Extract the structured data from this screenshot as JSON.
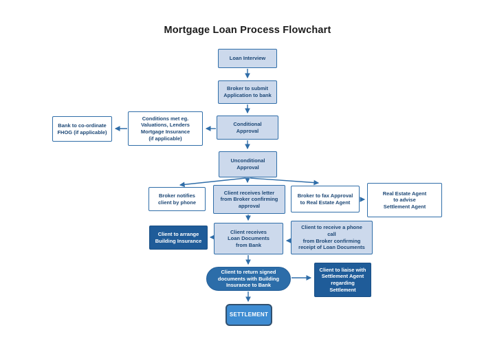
{
  "title": "Mortgage Loan Process Flowchart",
  "colors": {
    "box_border": "#2f6da8",
    "light_fill": "#ccd9ec",
    "white_fill": "#ffffff",
    "dark_fill": "#1f5c99",
    "rounded_fill": "#2c6da9",
    "settlement_fill": "#3e8cd2",
    "settlement_border": "#31506e",
    "text_navy": "#1c4775",
    "text_white": "#ffffff",
    "connector": "#2f6da8"
  },
  "nodes": {
    "loan_interview": {
      "label": "Loan Interview"
    },
    "broker_submit": {
      "label": "Broker to submit\nApplication to bank"
    },
    "conditional": {
      "label": "Conditional\nApproval"
    },
    "unconditional": {
      "label": "Unconditional\nApproval"
    },
    "bank_fhog": {
      "label": "Bank to co-ordinate\nFHOG (if applicable)"
    },
    "conditions_met": {
      "label": "Conditions met eg.\nValuations, Lenders\nMortgage Insurance\n(if applicable)"
    },
    "broker_notifies": {
      "label": "Broker notifies\nclient by phone"
    },
    "client_letter": {
      "label": "Client receives letter\nfrom Broker confirming\napproval"
    },
    "broker_fax": {
      "label": "Broker to fax Approval\nto Real Estate Agent"
    },
    "rea_advise": {
      "label": "Real Estate Agent\nto advise\nSettlement Agent"
    },
    "arrange_insurance": {
      "label": "Client to arrange\nBuilding Insurance"
    },
    "loan_documents": {
      "label": "Client receives\nLoan Documents\nfrom Bank"
    },
    "phone_call": {
      "label": "Client to receive a phone\ncall\nfrom Broker confirming\nreceipt of Loan Documents"
    },
    "return_signed": {
      "label": "Client to return signed\ndocuments with Building\nInsurance to Bank"
    },
    "liaise": {
      "label": "Client to liaise with\nSettlement Agent\nregarding\nSettlement"
    },
    "settlement": {
      "label": "SETTLEMENT"
    }
  },
  "edges": [
    {
      "from": "loan_interview",
      "to": "broker_submit"
    },
    {
      "from": "broker_submit",
      "to": "conditional"
    },
    {
      "from": "conditional",
      "to": "conditions_met"
    },
    {
      "from": "conditions_met",
      "to": "bank_fhog"
    },
    {
      "from": "conditional",
      "to": "unconditional"
    },
    {
      "from": "unconditional",
      "to": "broker_notifies"
    },
    {
      "from": "unconditional",
      "to": "client_letter"
    },
    {
      "from": "unconditional",
      "to": "broker_fax"
    },
    {
      "from": "broker_fax",
      "to": "rea_advise"
    },
    {
      "from": "client_letter",
      "to": "loan_documents"
    },
    {
      "from": "loan_documents",
      "to": "arrange_insurance"
    },
    {
      "from": "phone_call",
      "to": "loan_documents"
    },
    {
      "from": "loan_documents",
      "to": "return_signed"
    },
    {
      "from": "return_signed",
      "to": "liaise"
    },
    {
      "from": "return_signed",
      "to": "settlement"
    }
  ]
}
